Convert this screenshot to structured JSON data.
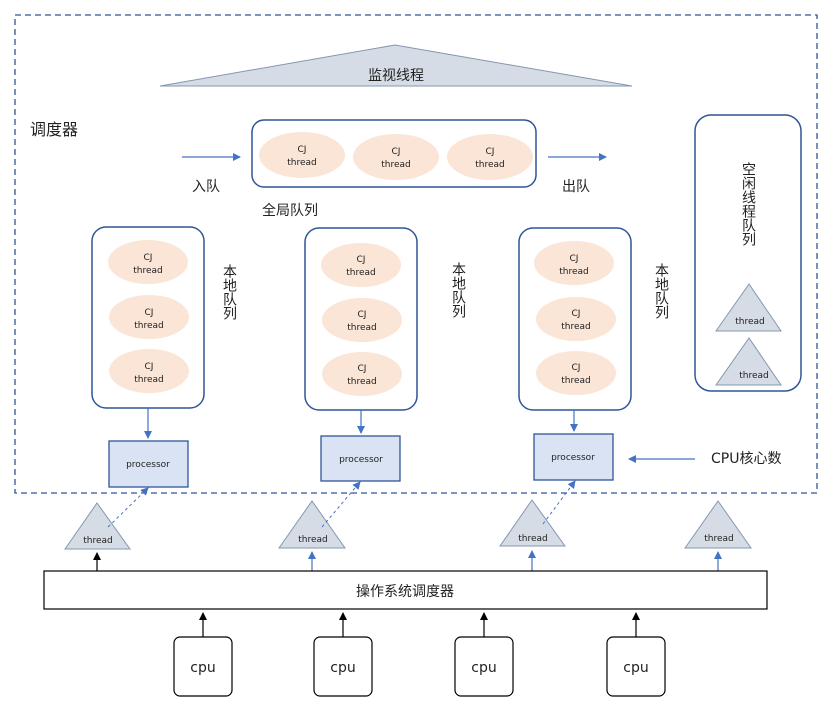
{
  "scheduler": {
    "title": "调度器",
    "monitor_thread": "监视线程"
  },
  "global_queue": {
    "label": "全局队列",
    "enqueue_label": "入队",
    "dequeue_label": "出队",
    "items": [
      {
        "line1": "CJ",
        "line2": "thread"
      },
      {
        "line1": "CJ",
        "line2": "thread"
      },
      {
        "line1": "CJ",
        "line2": "thread"
      }
    ]
  },
  "local_queues": [
    {
      "label": "本地队列",
      "items": [
        {
          "line1": "CJ",
          "line2": "thread"
        },
        {
          "line1": "CJ",
          "line2": "thread"
        },
        {
          "line1": "CJ",
          "line2": "thread"
        }
      ],
      "processor": "processor"
    },
    {
      "label": "本地队列",
      "items": [
        {
          "line1": "CJ",
          "line2": "thread"
        },
        {
          "line1": "CJ",
          "line2": "thread"
        },
        {
          "line1": "CJ",
          "line2": "thread"
        }
      ],
      "processor": "processor"
    },
    {
      "label": "本地队列",
      "items": [
        {
          "line1": "CJ",
          "line2": "thread"
        },
        {
          "line1": "CJ",
          "line2": "thread"
        },
        {
          "line1": "CJ",
          "line2": "thread"
        }
      ],
      "processor": "processor"
    }
  ],
  "idle_queue": {
    "label": "空闲线程队列",
    "threads": [
      "thread",
      "thread"
    ]
  },
  "cpu_core_count_label": "CPU核心数",
  "os_threads": [
    "thread",
    "thread",
    "thread",
    "thread"
  ],
  "os_scheduler": "操作系统调度器",
  "cpus": [
    "cpu",
    "cpu",
    "cpu",
    "cpu"
  ],
  "colors": {
    "border": "#4472c4",
    "cj_fill": "#fbe5d6",
    "processor_fill": "#dae3f3",
    "triangle_fill": "#d6dce5",
    "triangle_stroke": "#8497b0",
    "monitor_fill": "#d6dce5"
  }
}
